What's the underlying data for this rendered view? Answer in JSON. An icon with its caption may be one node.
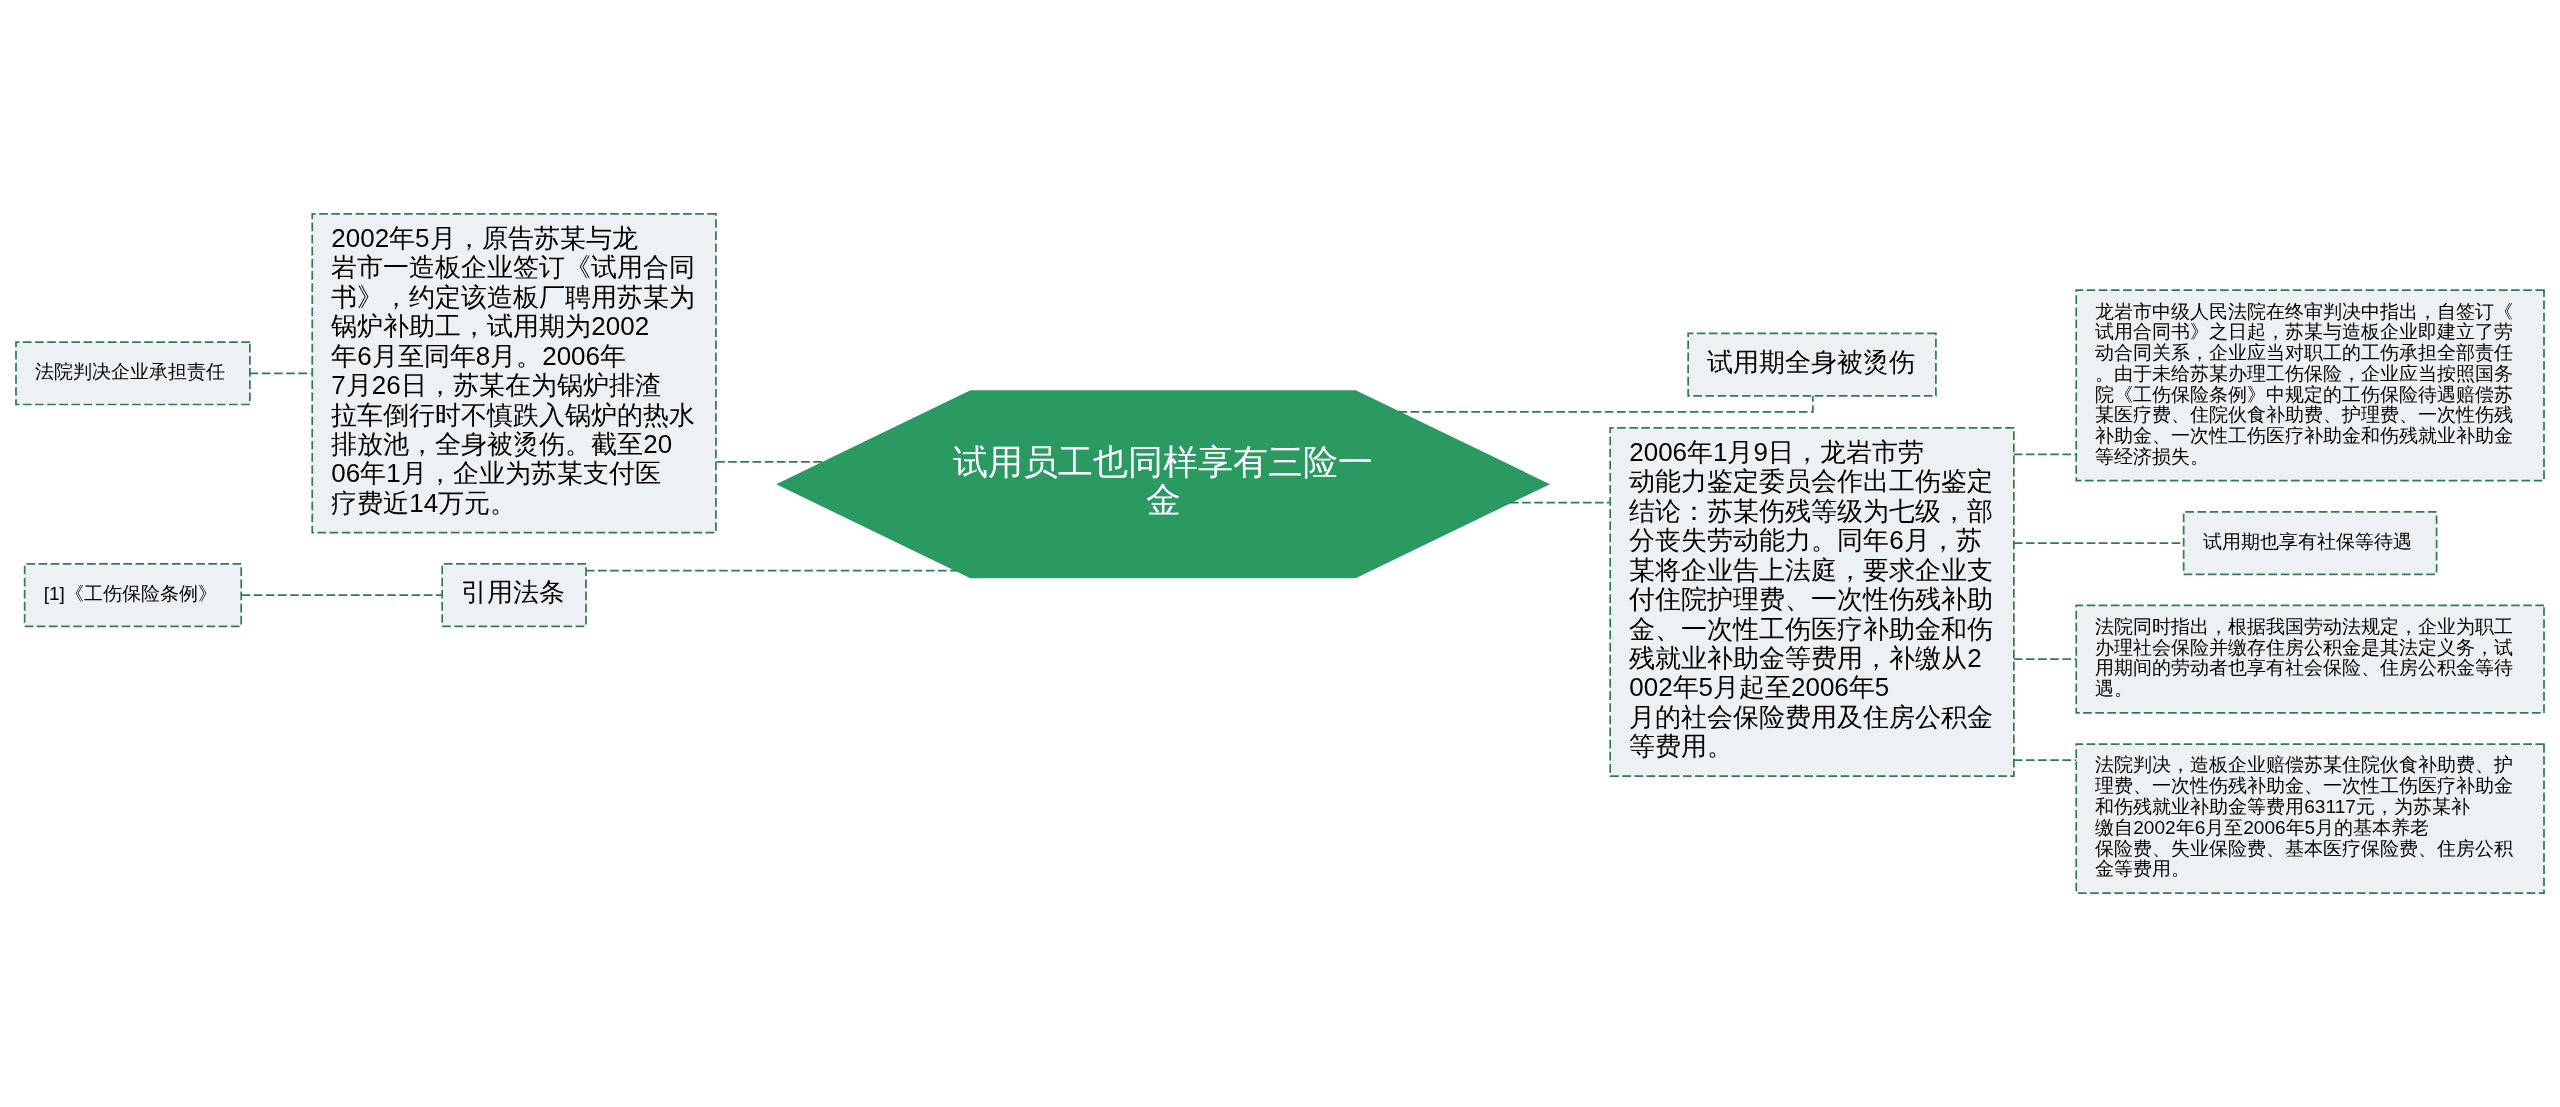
{
  "diagram": {
    "nodes": [
      {
        "text": [
          "试用员工也同样享有三险一金"
        ]
      },
      {
        "text": [
          "试用期全身被烫伤"
        ]
      },
      {
        "text": [
          "2006年1月9日，龙岩市劳动能力鉴定委员会作出工伤鉴定结论：苏某伤残等级为七级，部分丧失劳动能力。同年6月，苏某将企业告上法庭，要求企业支付住院护理费、一次性伤残补助金、一次性工伤医疗补助金和伤残就业补助金等费用，补缴从2002年5月起至2006年5月的社会保险费用及住房公积金等费用。"
        ]
      },
      {
        "text": [
          "龙岩市中级人民法院在终审判决中指出，自签订《试用合同书》之日起，苏某与造板企业即建立了劳动合同关系，企业应当对职工的工伤承担全部责任。由于未给苏某办理工伤保险，企业应当按照国务院《工伤保险条例》中规定的工伤保险待遇赔偿苏某医疗费、住院伙食补助费、护理费、一次性伤残补助金、一次性工伤医疗补助金和伤残就业补助金等经济损失。"
        ]
      },
      {
        "text": [
          "试用期也享有社保等待遇"
        ]
      },
      {
        "text": [
          "法院同时指出，根据我国劳动法规定，企业为职工办理社会保险并缴存住房公积金是其法定义务，试用期间的劳动者也享有社会保险、住房公积金等待遇。"
        ]
      },
      {
        "text": [
          "法院判决，造板企业赔偿苏某住院伙食补助费、护理费、一次性伤残补助金、一次性工伤医疗补助金和伤残就业补助金等费用63117元，为苏某补缴自2002年6月至2006年5月的基本养老保险费、失业保险费、基本医疗保险费、住房公积金等费用。"
        ]
      },
      {
        "text": [
          "2002年5月，原告苏某与龙岩市一造板企业签订《试用合同书》，约定该造板厂聘用苏某为锅炉补助工，试用期为2002年6月至同年8月。2006年7月26日，苏某在为锅炉排渣拉车倒行时不慎跌入锅炉的热水排放池，全身被烫伤。截至2006年1月，企业为苏某支付医疗费近14万元。"
        ]
      },
      {
        "text": [
          "法院判决企业承担责任"
        ]
      },
      {
        "text": [
          "引用法条"
        ]
      },
      {
        "text": [
          "[1]《工伤保险条例》"
        ]
      }
    ],
    "edges": [
      {
        "from": 0,
        "to": 1,
        "arrow": "none",
        "style": "dashed"
      },
      {
        "from": 0,
        "to": 2,
        "arrow": "none",
        "style": "dashed"
      },
      {
        "from": 2,
        "to": 3,
        "arrow": "none",
        "style": "dashed"
      },
      {
        "from": 2,
        "to": 4,
        "arrow": "none",
        "style": "dashed"
      },
      {
        "from": 2,
        "to": 5,
        "arrow": "none",
        "style": "dashed"
      },
      {
        "from": 2,
        "to": 6,
        "arrow": "none",
        "style": "dashed"
      },
      {
        "from": 0,
        "to": 7,
        "arrow": "none",
        "style": "dashed"
      },
      {
        "from": 7,
        "to": 8,
        "arrow": "none",
        "style": "dashed"
      },
      {
        "from": 0,
        "to": 9,
        "arrow": "none",
        "style": "dashed"
      },
      {
        "from": 9,
        "to": 10,
        "arrow": "none",
        "style": "dashed"
      }
    ]
  }
}
